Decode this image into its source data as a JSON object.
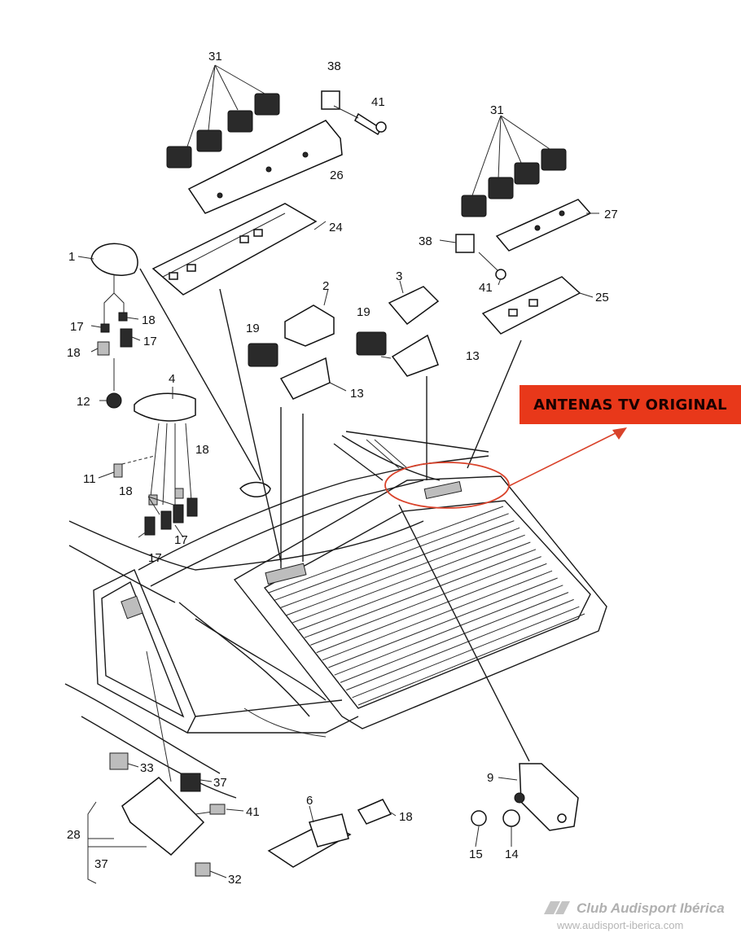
{
  "diagram": {
    "callout_text": "ANTENAS TV ORIGINAL",
    "callout_color": "#e8381a",
    "highlight_color": "#d9422a",
    "labels": {
      "p31a": "31",
      "p38a": "38",
      "p41a": "41",
      "p26": "26",
      "p24": "24",
      "p31b": "31",
      "p27": "27",
      "p38b": "38",
      "p41b": "41",
      "p25": "25",
      "p1": "1",
      "p17a": "17",
      "p18a": "18",
      "p18b": "18",
      "p17b": "17",
      "p12": "12",
      "p4": "4",
      "p11": "11",
      "p18c": "18",
      "p18d": "18",
      "p17c": "17",
      "p17d": "17",
      "p2": "2",
      "p19a": "19",
      "p13a": "13",
      "p3": "3",
      "p19b": "19",
      "p13b": "13",
      "p9": "9",
      "p15": "15",
      "p14": "14",
      "p6": "6",
      "p18e": "18",
      "p33": "33",
      "p37a": "37",
      "p41c": "41",
      "p28": "28",
      "p37b": "37",
      "p32": "32"
    }
  },
  "watermark": {
    "name": "Club Audisport Ibérica",
    "url": "www.audisport-iberica.com"
  }
}
